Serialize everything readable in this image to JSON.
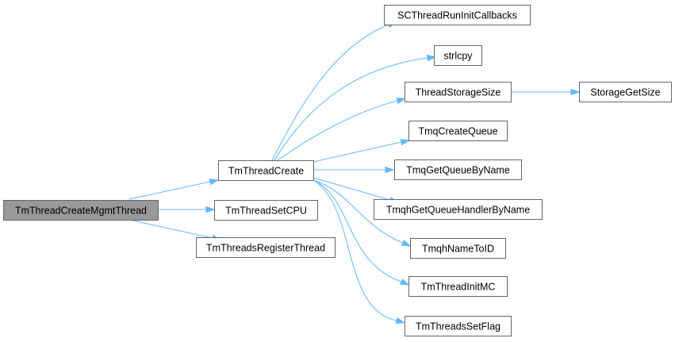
{
  "graph": {
    "edge_color": "#63b8ff",
    "root_fill": "#999999",
    "nodes": {
      "root": {
        "label": "TmThreadCreateMgmtThread",
        "is_root": true
      },
      "create": {
        "label": "TmThreadCreate"
      },
      "setcpu": {
        "label": "TmThreadSetCPU"
      },
      "register": {
        "label": "TmThreadsRegisterThread"
      },
      "scinit": {
        "label": "SCThreadRunInitCallbacks"
      },
      "strlcpy": {
        "label": "strlcpy"
      },
      "storsize": {
        "label": "ThreadStorageSize"
      },
      "storget": {
        "label": "StorageGetSize"
      },
      "tmqcreate": {
        "label": "TmqCreateQueue"
      },
      "tmqget": {
        "label": "TmqGetQueueByName"
      },
      "tmqhget": {
        "label": "TmqhGetQueueHandlerByName"
      },
      "tmqhname": {
        "label": "TmqhNameToID"
      },
      "initmc": {
        "label": "TmThreadInitMC"
      },
      "setflag": {
        "label": "TmThreadsSetFlag"
      }
    },
    "edges": [
      [
        "root",
        "create"
      ],
      [
        "root",
        "setcpu"
      ],
      [
        "root",
        "register"
      ],
      [
        "create",
        "scinit"
      ],
      [
        "create",
        "strlcpy"
      ],
      [
        "create",
        "storsize"
      ],
      [
        "create",
        "tmqcreate"
      ],
      [
        "create",
        "tmqget"
      ],
      [
        "create",
        "tmqhget"
      ],
      [
        "create",
        "tmqhname"
      ],
      [
        "create",
        "initmc"
      ],
      [
        "create",
        "setflag"
      ],
      [
        "storsize",
        "storget"
      ]
    ]
  }
}
